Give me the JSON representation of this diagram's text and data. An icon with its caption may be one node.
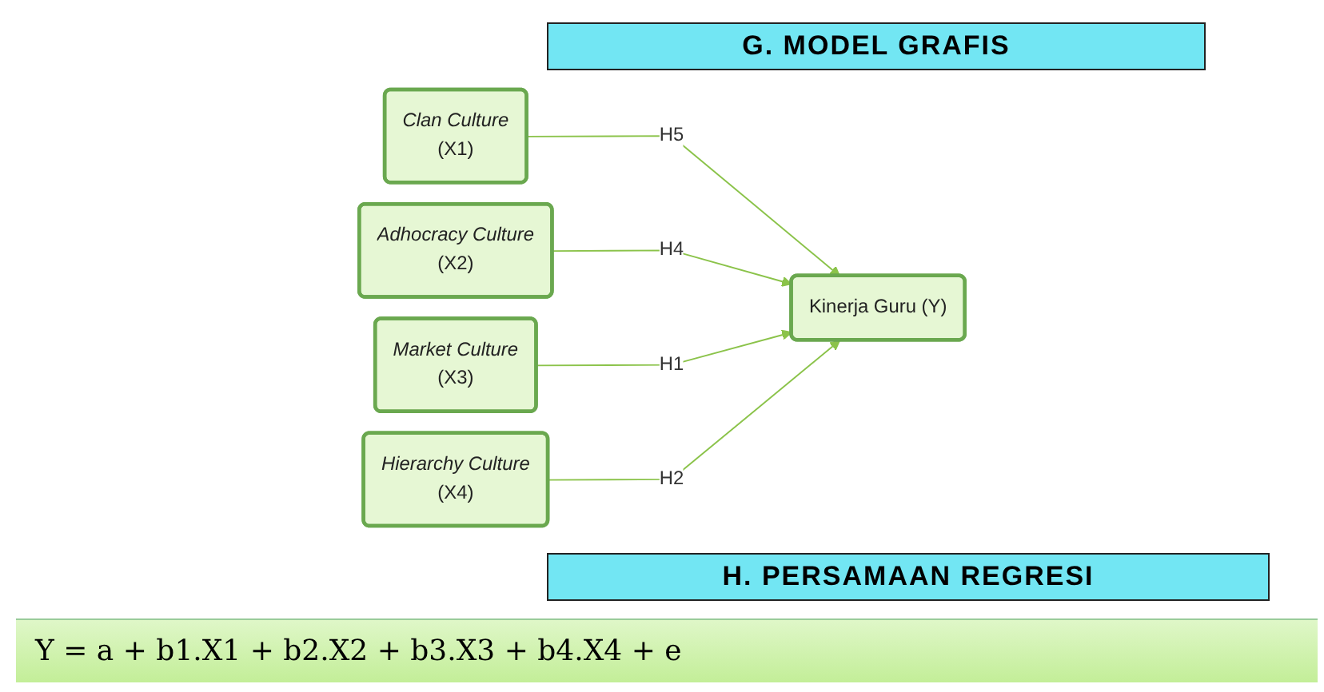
{
  "diagram": {
    "title": "G. MODEL GRAFIS",
    "nodes": [
      {
        "text": [
          "Clan Culture",
          "(X1)"
        ]
      },
      {
        "text": [
          "Adhocracy Culture",
          "(X2)"
        ]
      },
      {
        "text": [
          "Market Culture",
          "(X3)"
        ]
      },
      {
        "text": [
          "Hierarchy Culture",
          "(X4)"
        ]
      },
      {
        "text": [
          "Kinerja Guru (Y)"
        ]
      }
    ],
    "edges": [
      {
        "from": 0,
        "to": 4,
        "arrow": "to",
        "label": "H5"
      },
      {
        "from": 1,
        "to": 4,
        "arrow": "to",
        "label": "H4"
      },
      {
        "from": 2,
        "to": 4,
        "arrow": "to",
        "label": "H1"
      },
      {
        "from": 3,
        "to": 4,
        "arrow": "to",
        "label": "H2"
      }
    ],
    "labels": [
      "H. PERSAMAAN REGRESI",
      "Y = a + b1.X1 + b2.X2 + b3.X3 + b4.X4 + e"
    ]
  }
}
